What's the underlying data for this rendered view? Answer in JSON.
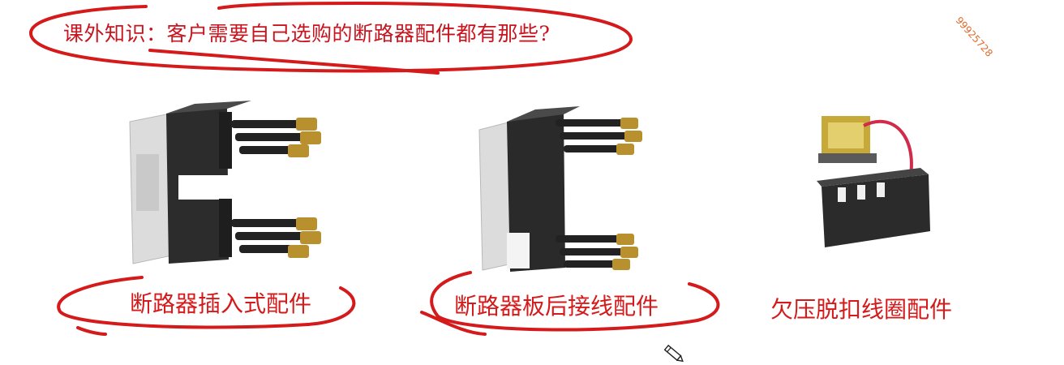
{
  "title": "课外知识：客户需要自己选购的断路器配件都有那些?",
  "watermark": "99925728",
  "products": [
    {
      "caption": "断路器插入式配件",
      "icon": "plug-in-breaker-accessory"
    },
    {
      "caption": "断路器板后接线配件",
      "icon": "rear-connection-breaker-accessory"
    },
    {
      "caption": "欠压脱扣线圈配件",
      "icon": "undervoltage-release-coil"
    }
  ],
  "cursor": {
    "icon": "pencil-cursor-icon"
  },
  "colors": {
    "annotation": "#d41a1a",
    "title": "#c8141e"
  }
}
